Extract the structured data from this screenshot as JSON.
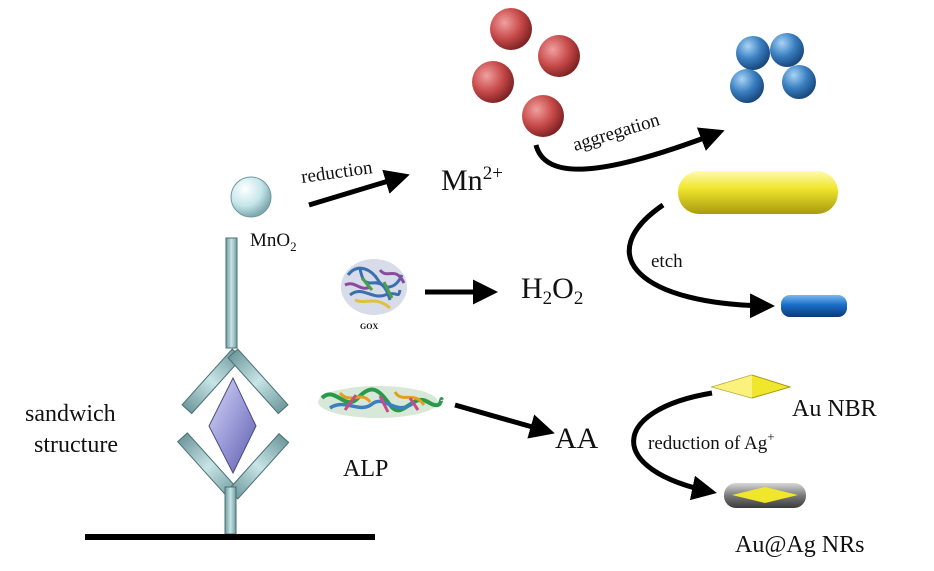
{
  "labels": {
    "reduction": "reduction",
    "mn2plus_base": "Mn",
    "mn2plus_sup": "2+",
    "mno2_base": "MnO",
    "mno2_sub": "2",
    "aggregation": "aggregation",
    "h2o2_h": "H",
    "h2o2_sub1": "2",
    "h2o2_o": "O",
    "h2o2_sub2": "2",
    "etch": "etch",
    "gox": "GOX",
    "sandwich_line1": "sandwich",
    "sandwich_line2": "structure",
    "alp": "ALP",
    "aa": "AA",
    "reduction_of_ag": "reduction of Ag",
    "ag_sup": "+",
    "au_nbr": "Au NBR",
    "au_ag_nrs": "Au@Ag NRs"
  },
  "colors": {
    "red_sphere": "#c84a4a",
    "blue_sphere": "#3a7fc1",
    "mno2_sphere": "#c5e6ea",
    "gold_rod": "#f0e62c",
    "blue_rod": "#1a6ec8",
    "antibody": "#a6c9cc",
    "antigen": "#9a9ad8",
    "ag_shell": "#7a7a7a"
  }
}
